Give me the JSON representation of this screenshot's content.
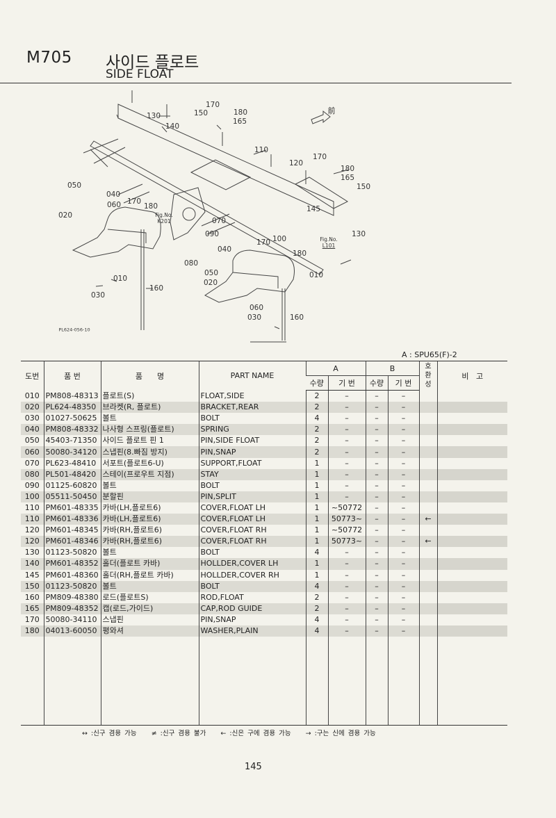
{
  "header": {
    "code": "M705",
    "title_ko": "사이드 플로트",
    "title_en": "SIDE FLOAT"
  },
  "diagram": {
    "front_label": "前",
    "ref_code": "PL624-056-10",
    "callouts": [
      "170",
      "130",
      "150",
      "180",
      "165",
      "140",
      "110",
      "170",
      "120",
      "180",
      "165",
      "150",
      "050",
      "040",
      "060",
      "170",
      "180",
      "020",
      "145",
      "070",
      "130",
      "090",
      "100",
      "170",
      "040",
      "180",
      "080",
      "050",
      "010",
      "010",
      "020",
      "160",
      "030",
      "060",
      "030",
      "160"
    ],
    "fig_refs": [
      {
        "label": "Fig.No.",
        "num": "K201"
      },
      {
        "label": "Fig.No.",
        "num": "L101"
      }
    ]
  },
  "model_note": "A : SPU65(F)-2",
  "table": {
    "headers": {
      "ref": "도번",
      "part_no": "품  번",
      "name_ko": "품      명",
      "part_name": "PART  NAME",
      "group_a": "A",
      "group_b": "B",
      "qty": "수량",
      "serial": "기 번",
      "compat": "호\n환\n성",
      "remarks": "비   고"
    },
    "rows": [
      {
        "ref": "010",
        "part_no": "PM808-48313",
        "name_ko": "플로트(S)",
        "part_name": "FLOAT,SIDE",
        "a_qty": "2",
        "a_serial": "–",
        "b_qty": "–",
        "b_serial": "–",
        "compat": "",
        "remarks": ""
      },
      {
        "ref": "020",
        "part_no": "PL624-48350",
        "name_ko": "브라켓(R, 플로트)",
        "part_name": "BRACKET,REAR",
        "a_qty": "2",
        "a_serial": "–",
        "b_qty": "–",
        "b_serial": "–",
        "compat": "",
        "remarks": ""
      },
      {
        "ref": "030",
        "part_no": "01027-50625",
        "name_ko": "볼트",
        "part_name": "BOLT",
        "a_qty": "4",
        "a_serial": "–",
        "b_qty": "–",
        "b_serial": "–",
        "compat": "",
        "remarks": ""
      },
      {
        "ref": "040",
        "part_no": "PM808-48332",
        "name_ko": "나사형 스프링(플로트)",
        "part_name": "SPRING",
        "a_qty": "2",
        "a_serial": "–",
        "b_qty": "–",
        "b_serial": "–",
        "compat": "",
        "remarks": ""
      },
      {
        "ref": "050",
        "part_no": "45403-71350",
        "name_ko": "사이드 플로트 핀 1",
        "part_name": "PIN,SIDE FLOAT",
        "a_qty": "2",
        "a_serial": "–",
        "b_qty": "–",
        "b_serial": "–",
        "compat": "",
        "remarks": ""
      },
      {
        "ref": "060",
        "part_no": "50080-34120",
        "name_ko": "스냅핀(8.빠짐 방지)",
        "part_name": "PIN,SNAP",
        "a_qty": "2",
        "a_serial": "–",
        "b_qty": "–",
        "b_serial": "–",
        "compat": "",
        "remarks": ""
      },
      {
        "ref": "070",
        "part_no": "PL623-48410",
        "name_ko": "서포트(플로트6-U)",
        "part_name": "SUPPORT,FLOAT",
        "a_qty": "1",
        "a_serial": "–",
        "b_qty": "–",
        "b_serial": "–",
        "compat": "",
        "remarks": ""
      },
      {
        "ref": "080",
        "part_no": "PL501-48420",
        "name_ko": "스테이(프로우트 지점)",
        "part_name": "STAY",
        "a_qty": "1",
        "a_serial": "–",
        "b_qty": "–",
        "b_serial": "–",
        "compat": "",
        "remarks": ""
      },
      {
        "ref": "090",
        "part_no": "01125-60820",
        "name_ko": "볼트",
        "part_name": "BOLT",
        "a_qty": "1",
        "a_serial": "–",
        "b_qty": "–",
        "b_serial": "–",
        "compat": "",
        "remarks": ""
      },
      {
        "ref": "100",
        "part_no": "05511-50450",
        "name_ko": "분할핀",
        "part_name": "PIN,SPLIT",
        "a_qty": "1",
        "a_serial": "–",
        "b_qty": "–",
        "b_serial": "–",
        "compat": "",
        "remarks": ""
      },
      {
        "ref": "110",
        "part_no": "PM601-48335",
        "name_ko": "카바(LH,플로트6)",
        "part_name": "COVER,FLOAT LH",
        "a_qty": "1",
        "a_serial": "~50772",
        "b_qty": "–",
        "b_serial": "–",
        "compat": "",
        "remarks": ""
      },
      {
        "ref": "110",
        "part_no": "PM601-48336",
        "name_ko": "카바(LH,플로트6)",
        "part_name": "COVER,FLOAT LH",
        "a_qty": "1",
        "a_serial": "50773~",
        "b_qty": "–",
        "b_serial": "–",
        "compat": "←",
        "remarks": ""
      },
      {
        "ref": "120",
        "part_no": "PM601-48345",
        "name_ko": "카바(RH,플로트6)",
        "part_name": "COVER,FLOAT RH",
        "a_qty": "1",
        "a_serial": "~50772",
        "b_qty": "–",
        "b_serial": "–",
        "compat": "",
        "remarks": ""
      },
      {
        "ref": "120",
        "part_no": "PM601-48346",
        "name_ko": "카바(RH,플로트6)",
        "part_name": "COVER,FLOAT RH",
        "a_qty": "1",
        "a_serial": "50773~",
        "b_qty": "–",
        "b_serial": "–",
        "compat": "←",
        "remarks": ""
      },
      {
        "ref": "130",
        "part_no": "01123-50820",
        "name_ko": "볼트",
        "part_name": "BOLT",
        "a_qty": "4",
        "a_serial": "–",
        "b_qty": "–",
        "b_serial": "–",
        "compat": "",
        "remarks": ""
      },
      {
        "ref": "140",
        "part_no": "PM601-48352",
        "name_ko": "홀더(플로트 카바)",
        "part_name": "HOLLDER,COVER LH",
        "a_qty": "1",
        "a_serial": "–",
        "b_qty": "–",
        "b_serial": "–",
        "compat": "",
        "remarks": ""
      },
      {
        "ref": "145",
        "part_no": "PM601-48360",
        "name_ko": "홀더(RH,플로트 카바)",
        "part_name": "HOLLDER,COVER RH",
        "a_qty": "1",
        "a_serial": "–",
        "b_qty": "–",
        "b_serial": "–",
        "compat": "",
        "remarks": ""
      },
      {
        "ref": "150",
        "part_no": "01123-50820",
        "name_ko": "볼트",
        "part_name": "BOLT",
        "a_qty": "4",
        "a_serial": "–",
        "b_qty": "–",
        "b_serial": "–",
        "compat": "",
        "remarks": ""
      },
      {
        "ref": "160",
        "part_no": "PM809-48380",
        "name_ko": "로드(플로트S)",
        "part_name": "ROD,FLOAT",
        "a_qty": "2",
        "a_serial": "–",
        "b_qty": "–",
        "b_serial": "–",
        "compat": "",
        "remarks": ""
      },
      {
        "ref": "165",
        "part_no": "PM809-48352",
        "name_ko": "캡(로드,가이드)",
        "part_name": "CAP,ROD GUIDE",
        "a_qty": "2",
        "a_serial": "–",
        "b_qty": "–",
        "b_serial": "–",
        "compat": "",
        "remarks": ""
      },
      {
        "ref": "170",
        "part_no": "50080-34110",
        "name_ko": "스냅핀",
        "part_name": "PIN,SNAP",
        "a_qty": "4",
        "a_serial": "–",
        "b_qty": "–",
        "b_serial": "–",
        "compat": "",
        "remarks": ""
      },
      {
        "ref": "180",
        "part_no": "04013-60050",
        "name_ko": "평와셔",
        "part_name": "WASHER,PLAIN",
        "a_qty": "4",
        "a_serial": "–",
        "b_qty": "–",
        "b_serial": "–",
        "compat": "",
        "remarks": ""
      }
    ]
  },
  "legend": [
    "↔ :신구 겸용 가능",
    "≠ :신구 겸용 불가",
    "← :신은 구에 겸용 가능",
    "→ :구는 신에 겸용 가능"
  ],
  "page_number": "145"
}
